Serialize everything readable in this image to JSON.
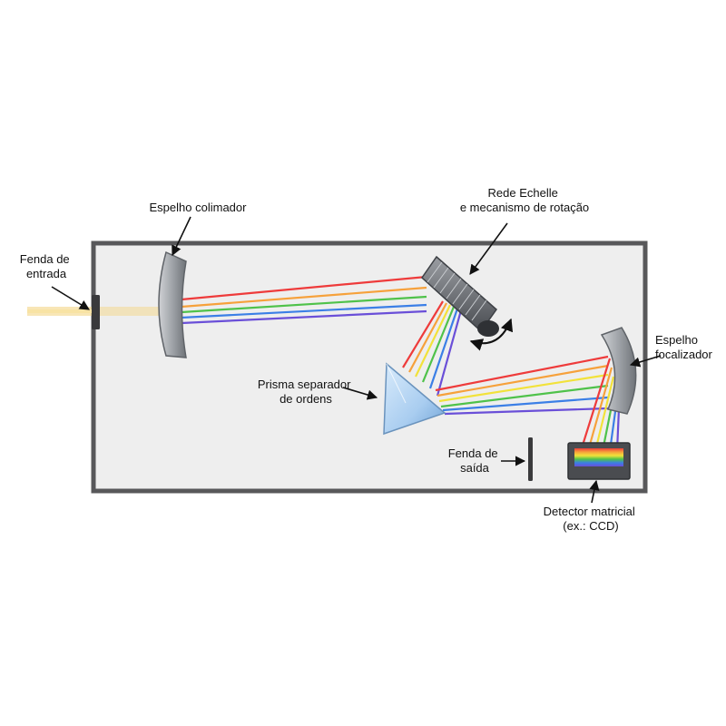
{
  "labels": {
    "entrance_slit": [
      "Fenda de",
      "entrada"
    ],
    "collimator_mirror": "Espelho colimador",
    "echelle_grating": [
      "Rede Echelle",
      "e mecanismo de rotação"
    ],
    "order_prism": [
      "Prisma separador",
      "de ordens"
    ],
    "focusing_mirror": [
      "Espelho",
      "focalizador"
    ],
    "exit_slit": [
      "Fenda de",
      "saída"
    ],
    "array_detector": [
      "Detector matricial",
      "(ex.: CCD)"
    ]
  },
  "colors": {
    "enclosure_border": "#58585a",
    "enclosure_fill": "#eeeeee",
    "input_beam": "#f3d27a",
    "red": "#ee3b3b",
    "orange": "#f6a13b",
    "yellow": "#f2e23a",
    "green": "#4fc24a",
    "blue": "#3b7fe6",
    "violet": "#6a4fd8",
    "prism": "#a9cdf0"
  }
}
